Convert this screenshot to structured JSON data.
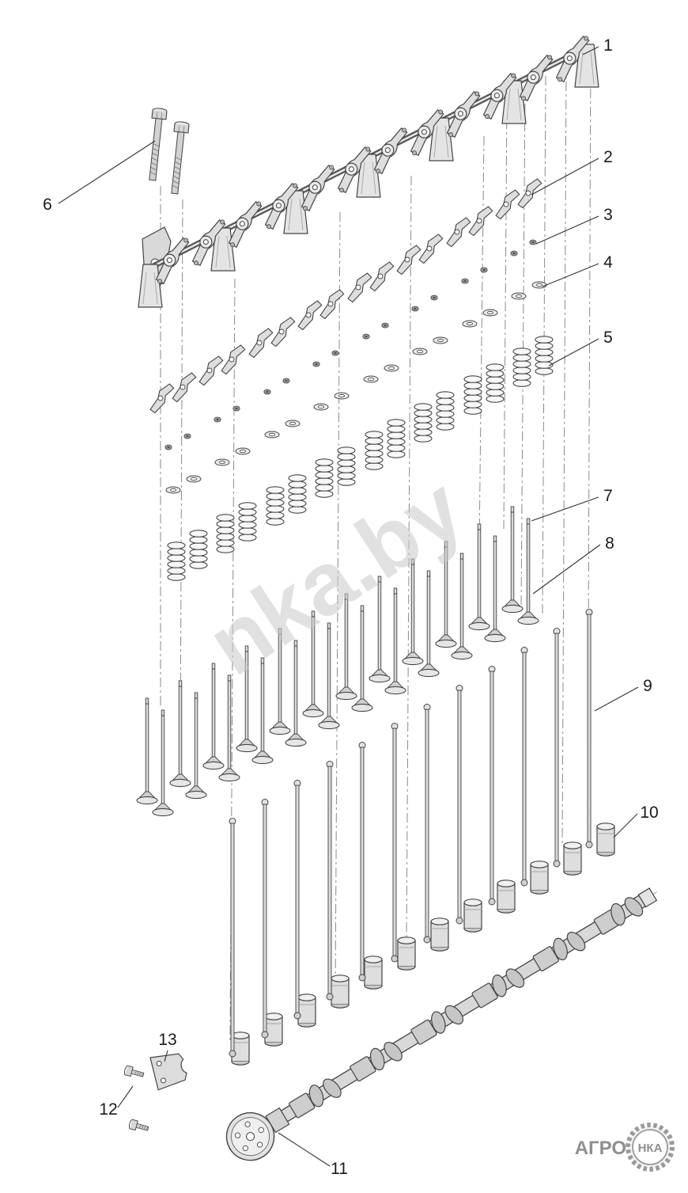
{
  "diagram": {
    "callouts": [
      "1",
      "2",
      "3",
      "4",
      "5",
      "6",
      "7",
      "8",
      "9",
      "10",
      "11",
      "12",
      "13"
    ]
  },
  "watermark": {
    "text": "nka.by",
    "color": "#c9c9c9"
  },
  "logo": {
    "left_text": "АГРО",
    "circle_text": "НКА",
    "color": "#8f8f8f"
  },
  "colors": {
    "background": "#ffffff",
    "line": "#444444"
  }
}
